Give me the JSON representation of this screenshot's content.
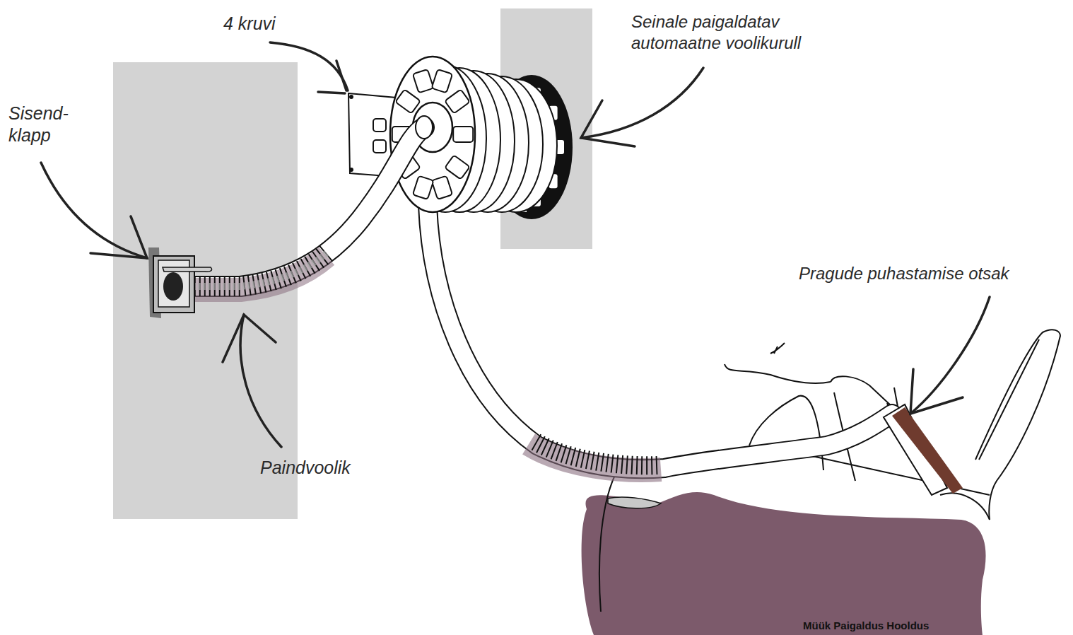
{
  "diagram": {
    "labels": [
      "4 kruvi",
      "Seinale paigaldatav automaatne voolikurull",
      "Sisend- klapp",
      "Pragude puhastamise otsak",
      "Paindvoolik",
      "Müük Paigaldus Hooldus"
    ]
  }
}
